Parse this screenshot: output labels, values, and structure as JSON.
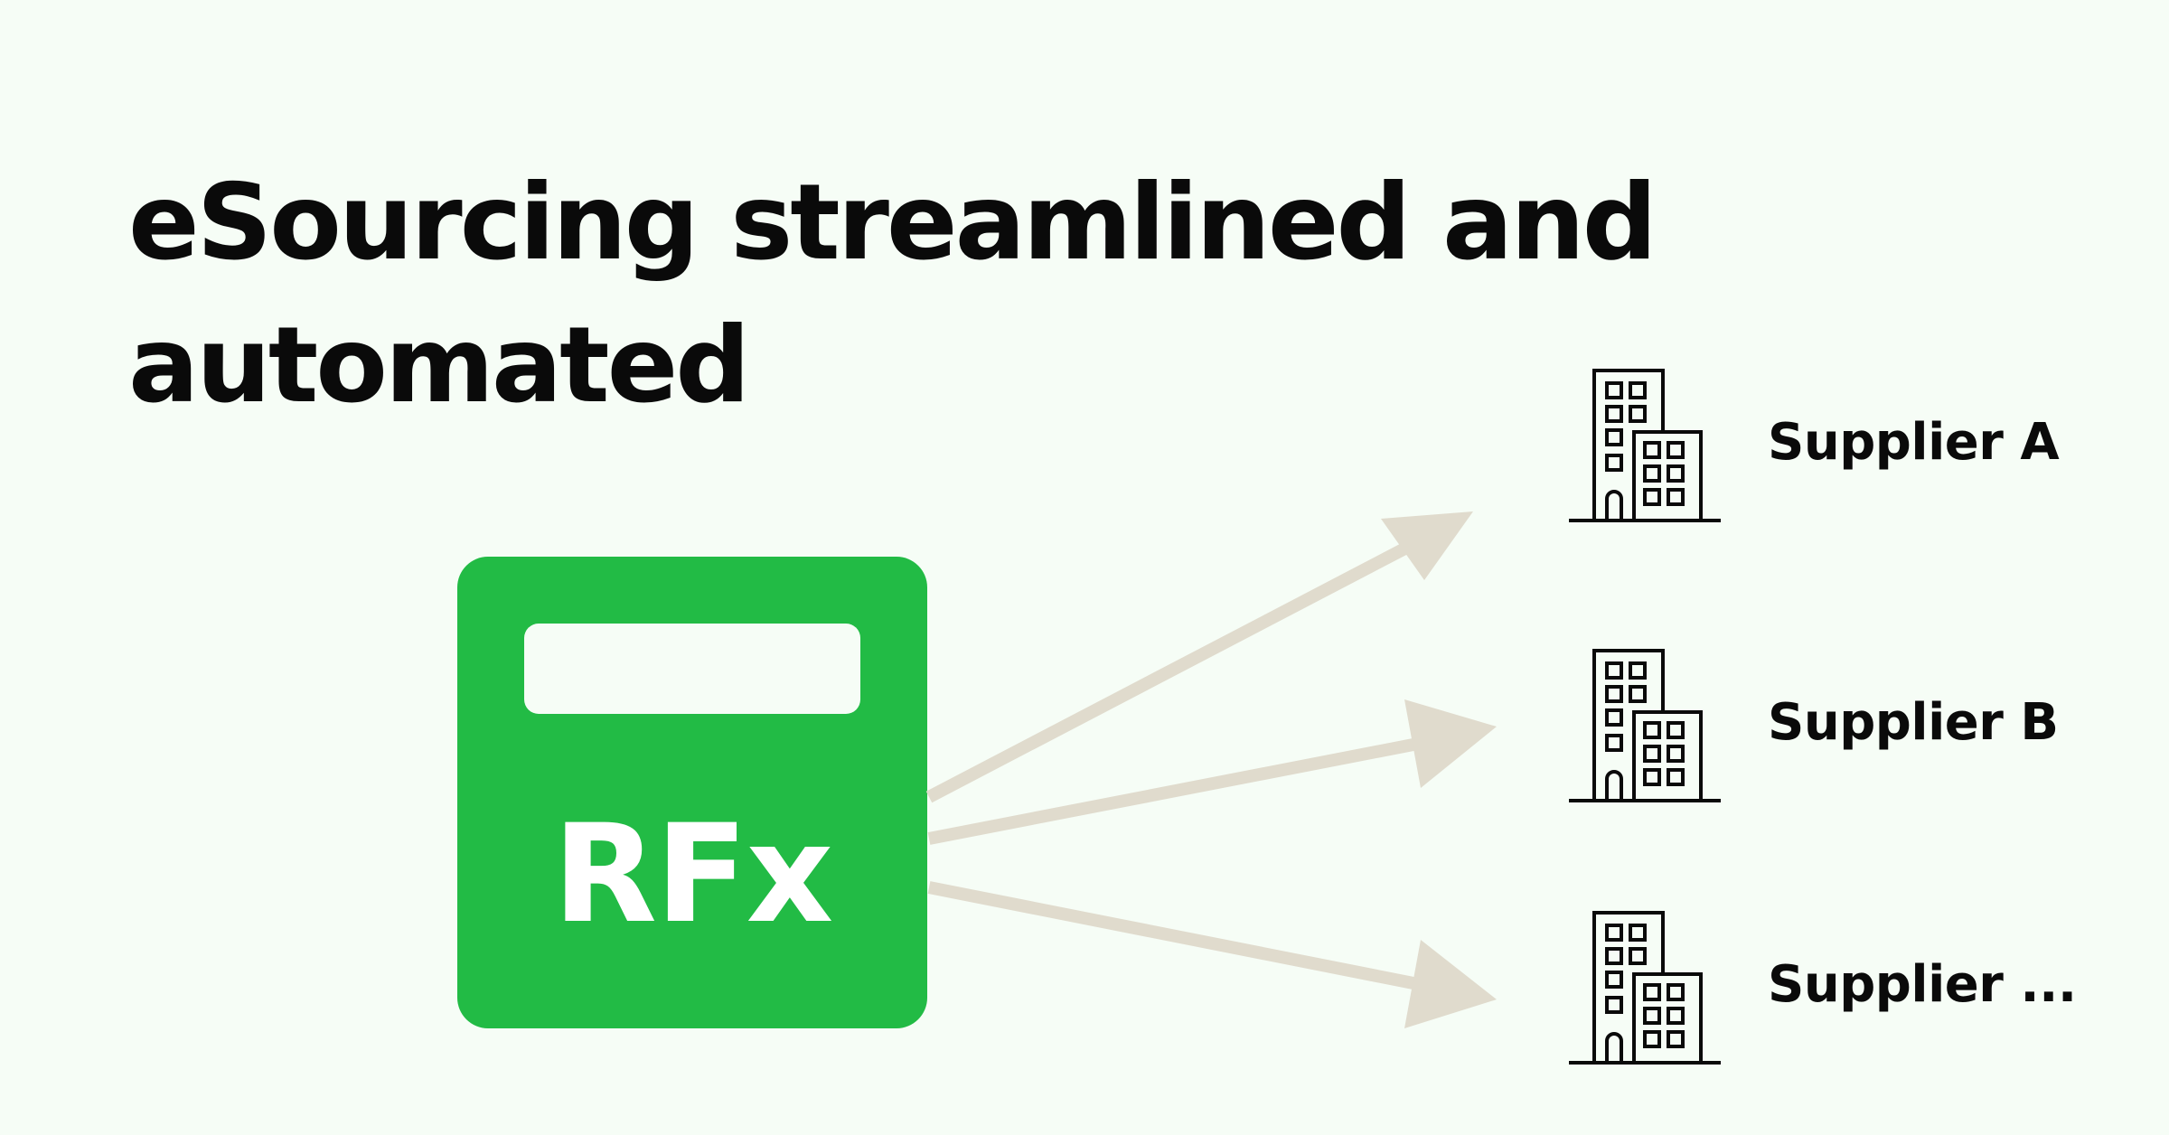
{
  "headline": {
    "line1": "eSourcing streamlined and",
    "line2": "automated"
  },
  "rfx": {
    "label": "RFx",
    "color": "#22bb45"
  },
  "arrow_color": "#e0dbcd",
  "suppliers": [
    {
      "label": "Supplier A",
      "icon": "office-building-icon"
    },
    {
      "label": "Supplier B",
      "icon": "office-building-icon"
    },
    {
      "label": "Supplier ...",
      "icon": "office-building-icon"
    }
  ]
}
